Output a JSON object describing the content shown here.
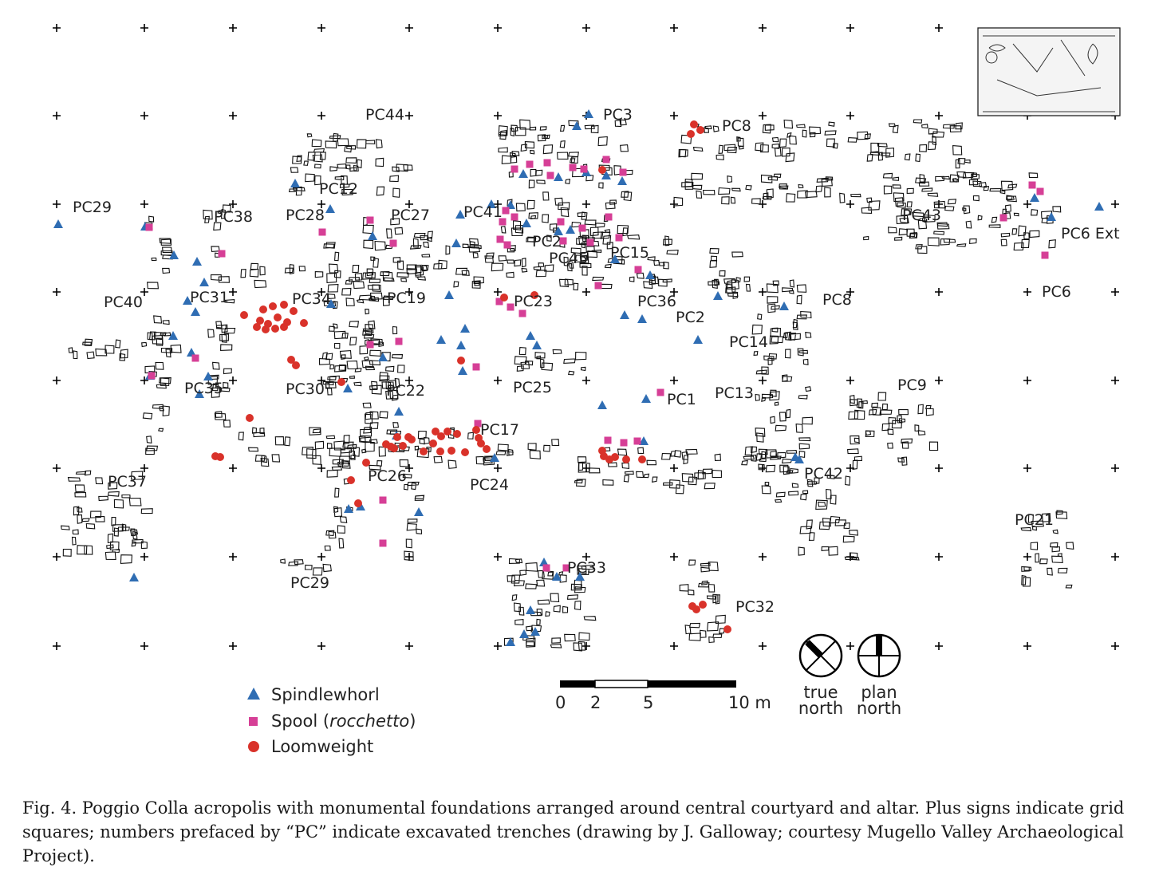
{
  "map": {
    "trench_labels": [
      "PC29",
      "PC38",
      "PC28",
      "PC12",
      "PC44",
      "PC27",
      "PC41",
      "PC3",
      "PC8",
      "PC43",
      "PC6 Ext",
      "PC2",
      "PC45",
      "PC15",
      "PC40",
      "PC31",
      "PC34",
      "PC19",
      "PC23",
      "PC36",
      "PC2",
      "PC14",
      "PC8",
      "PC6",
      "PC35",
      "PC30",
      "PC22",
      "PC25",
      "PC1",
      "PC13",
      "PC9",
      "PC17",
      "PC37",
      "PC26",
      "PC24",
      "PC42",
      "PC21",
      "PC29",
      "PC33",
      "PC32"
    ],
    "colors": {
      "spindlewhorl": "#2f6db3",
      "spool": "#d63f96",
      "loomweight": "#d9322a",
      "ink": "#111111"
    }
  },
  "legend": {
    "spindlewhorl": "Spindlewhorl",
    "spool": "Spool (",
    "spool_italic": "rocchetto",
    "spool_close": ")",
    "loomweight": "Loomweight"
  },
  "scale": {
    "ticks": [
      "0",
      "2",
      "5",
      "10 m"
    ]
  },
  "north": {
    "true_line1": "true",
    "true_line2": "north",
    "plan_line1": "plan",
    "plan_line2": "north"
  },
  "caption": "Fig. 4. Poggio Colla acropolis with monumental foundations arranged around central courtyard and altar. Plus signs indicate grid squares; numbers prefaced by “PC” indicate excavated trenches (drawing by J. Galloway; courtesy Mugello Valley Archaeological Project)."
}
